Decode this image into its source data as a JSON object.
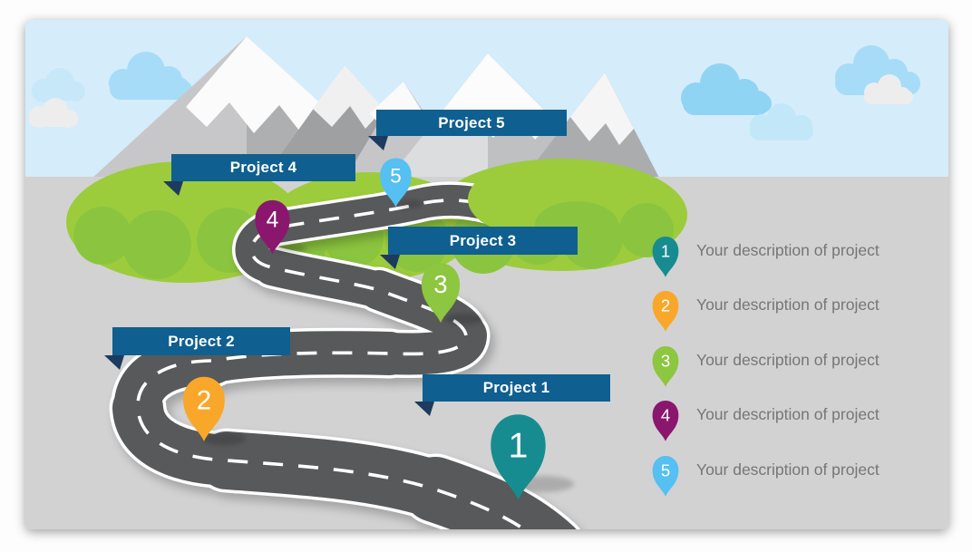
{
  "banners": [
    {
      "label": "Project 1"
    },
    {
      "label": "Project 2"
    },
    {
      "label": "Project 3"
    },
    {
      "label": "Project 4"
    },
    {
      "label": "Project 5"
    }
  ],
  "pins": [
    {
      "number": "1"
    },
    {
      "number": "2"
    },
    {
      "number": "3"
    },
    {
      "number": "4"
    },
    {
      "number": "5"
    }
  ],
  "legend": {
    "items": [
      {
        "number": "1",
        "description": "Your description of project"
      },
      {
        "number": "2",
        "description": "Your description of project"
      },
      {
        "number": "3",
        "description": "Your description of project"
      },
      {
        "number": "4",
        "description": "Your description of project"
      },
      {
        "number": "5",
        "description": "Your description of project"
      }
    ]
  },
  "colors": {
    "banner": "#0F5F90",
    "banner_fold": "#1D3A5F",
    "banner_text": "#FFFFFF",
    "pin_1": "#178C90",
    "pin_2": "#F9A72A",
    "pin_3": "#8DC63F",
    "pin_4": "#8A176D",
    "pin_5": "#55C0F1",
    "road": "#58595A",
    "road_edge": "#FFFFFF",
    "road_line": "#FFFFFF",
    "sky": "#D5ECFA",
    "ground": "#D2D2D3",
    "bush_light": "#9CCC3C",
    "bush_dark": "#8BC53F",
    "legend_text": "#767676"
  }
}
